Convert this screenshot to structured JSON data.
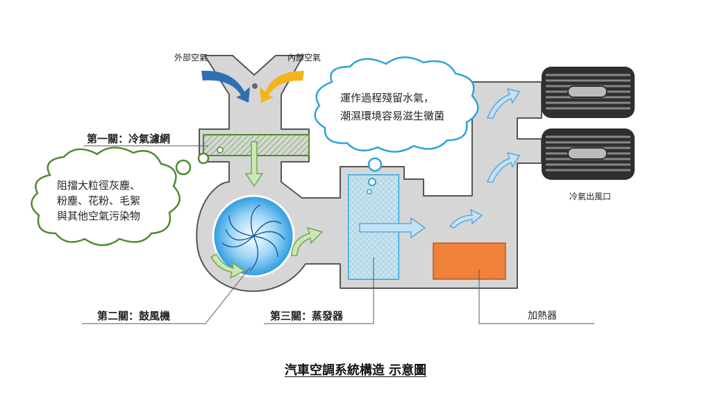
{
  "labels": {
    "outside_air": "外部空氣",
    "inside_air": "內部空氣",
    "stage1": "第一關：冷氣濾網",
    "stage2": "第二關：鼓風機",
    "stage3": "第三關：蒸發器",
    "heater": "加熱器",
    "outlet": "冷氣出風口"
  },
  "clouds": {
    "filter_note": [
      "阻擋大粒徑灰塵、",
      "粉塵、花粉、毛絮",
      "與其他空氣污染物"
    ],
    "evaporator_note": [
      "運作過程殘留水氣，",
      "潮濕環境容易滋生黴菌"
    ]
  },
  "title": "汽車空調系統構造 示意圖",
  "colors": {
    "duct": "#d6d6d6",
    "duct_stroke": "#555555",
    "filter_green": "#4f8a2e",
    "evaporator_blue": "#2aa3d8",
    "heater_orange": "#f0813a",
    "arrow_blue": "#2f6fb3",
    "arrow_yellow": "#f2b51c"
  }
}
